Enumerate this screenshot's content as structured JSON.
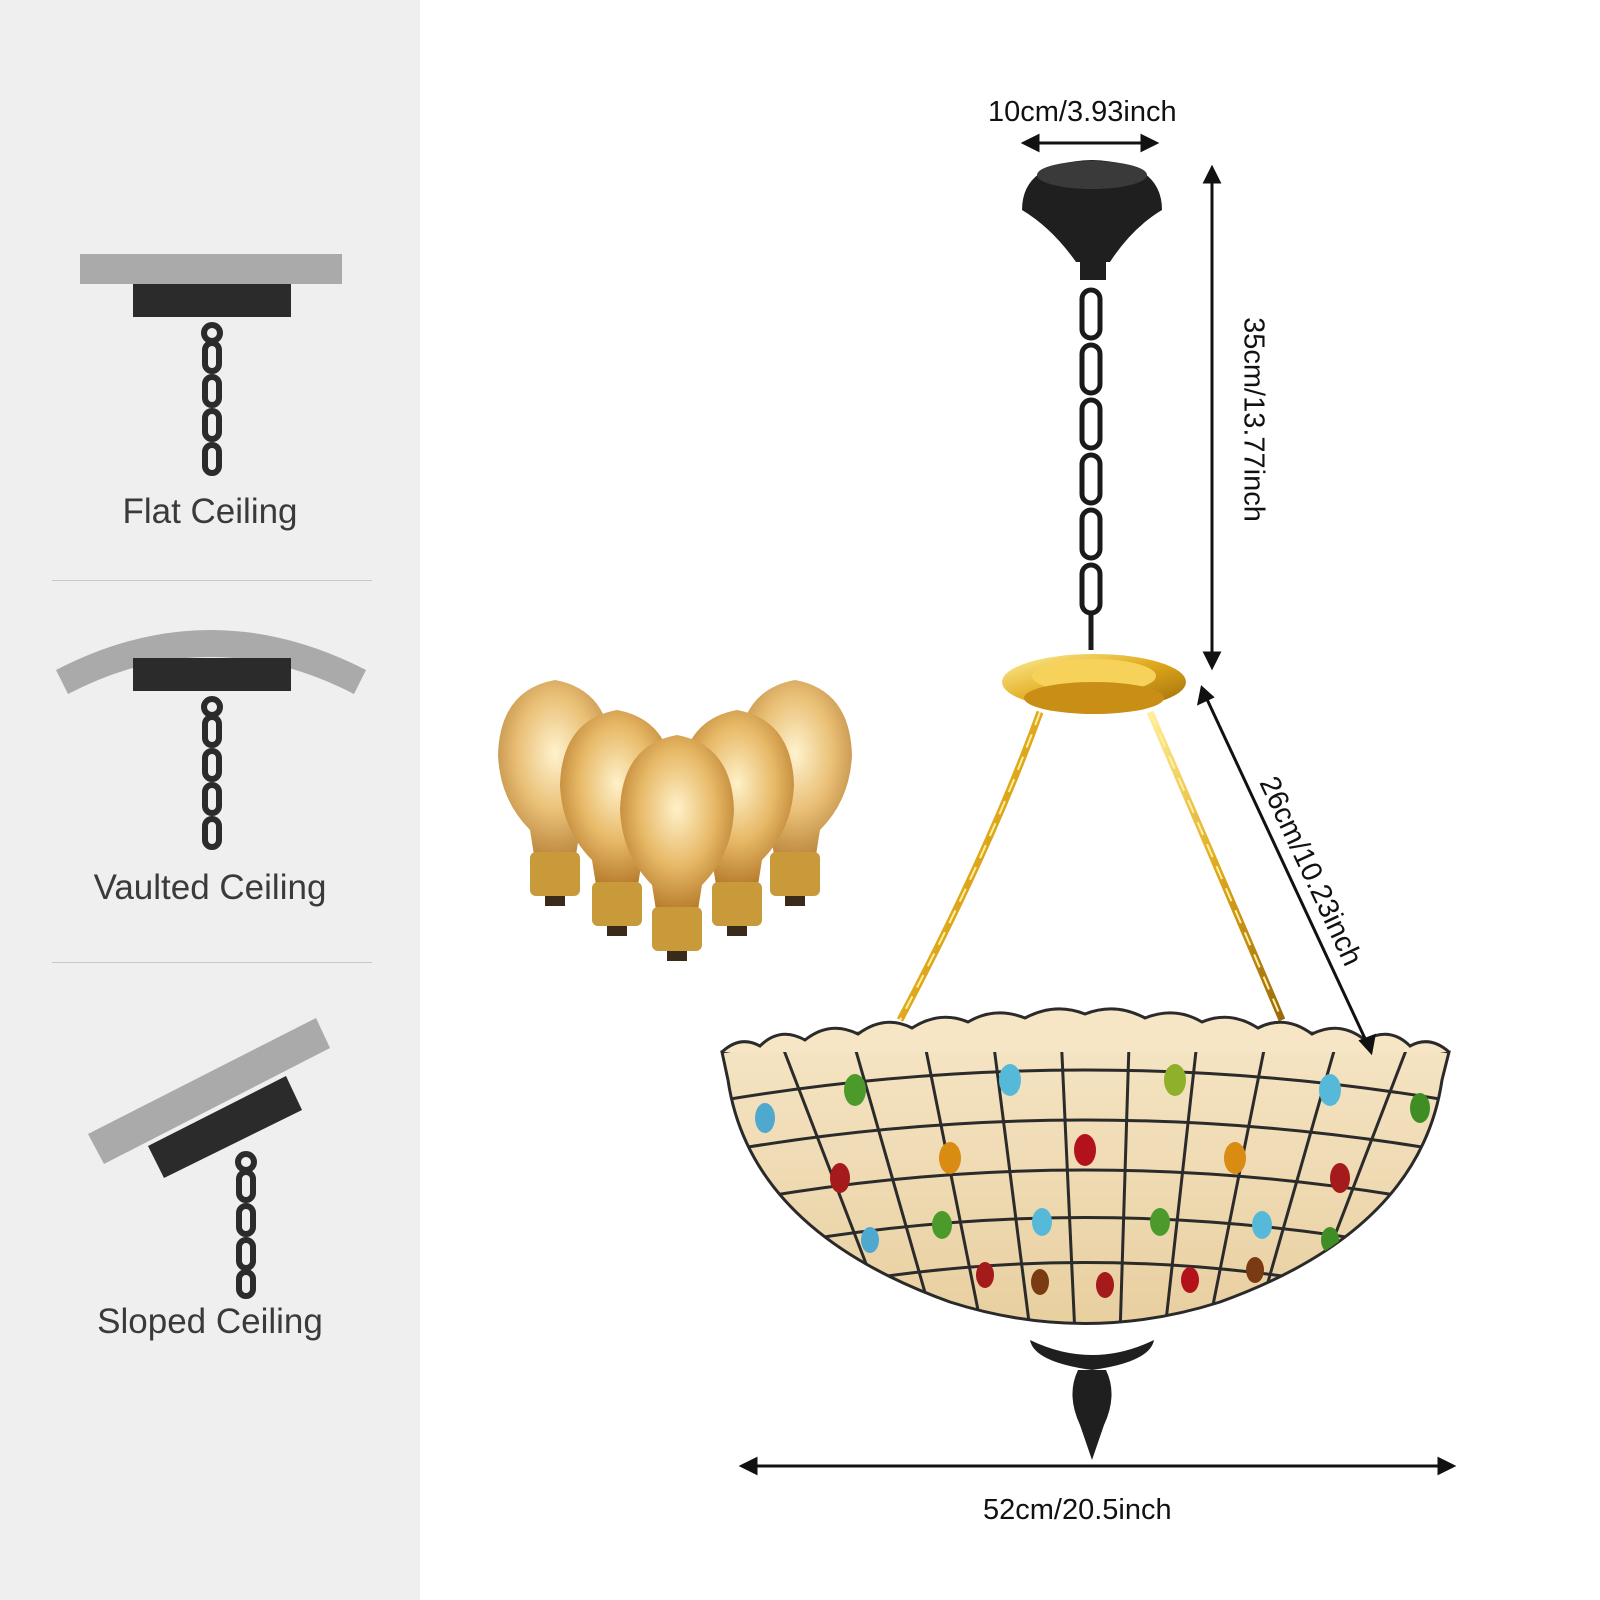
{
  "mounting_options": [
    {
      "label": "Flat Ceiling",
      "icon": "flat-ceiling-mount-icon"
    },
    {
      "label": "Vaulted Ceiling",
      "icon": "vaulted-ceiling-mount-icon"
    },
    {
      "label": "Sloped Ceiling",
      "icon": "sloped-ceiling-mount-icon"
    }
  ],
  "dimensions": {
    "canopy_width": "10cm/3.93inch",
    "chain_length": "35cm/13.77inch",
    "arm_length": "26cm/10.23inch",
    "shade_diameter": "52cm/20.5inch"
  },
  "colors": {
    "sidebar_bg": "#efefef",
    "ceiling_gray": "#aaaaaa",
    "canopy_black": "#2b2b2b",
    "brass": "#e0a91c",
    "glass_cream": "#f3e3c3"
  },
  "bulbs_shown": 5
}
